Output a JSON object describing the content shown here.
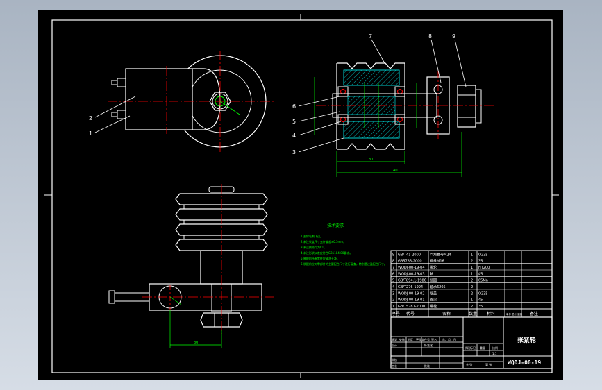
{
  "colors": {
    "background": "#000000",
    "outline": "#ffffff",
    "centerline": "#ff0000",
    "dimension": "#00ff00",
    "hatch": "#00ffff",
    "leader": "#ffffff",
    "text_green": "#00ff00"
  },
  "views": {
    "left_view": {
      "callouts": [
        "2",
        "1"
      ]
    },
    "section_view": {
      "callouts_left": [
        "6",
        "5",
        "4",
        "3"
      ],
      "callouts_top": [
        "7",
        "8",
        "9"
      ],
      "dims": {
        "inner": "80",
        "overall": "140"
      }
    },
    "bottom_view": {
      "dims": {
        "offset": "80"
      }
    }
  },
  "technical_requirements": {
    "title": "技术要求",
    "items": [
      "1.去除毛刺飞边。",
      "2.未注长度尺寸允许偏差±0.5mm。",
      "3.未注倒角均为C1。",
      "4.未注形状公差应符合GB1184-80要求。",
      "5.装配前所有零件应清洗干净。",
      "6.装配前应对零部件的主要配合尺寸进行复查，特别是过盈配合尺寸。"
    ]
  },
  "parts_list": {
    "header": {
      "seq": "序号",
      "code": "代号",
      "name": "名称",
      "qty": "数量",
      "material": "材料",
      "weight": "单件 总计 重量",
      "remark": "备注"
    },
    "rows": [
      {
        "seq": "9",
        "code": "GB/T41-2000",
        "name": "六角螺母M24",
        "qty": "1",
        "material": "Q235"
      },
      {
        "seq": "8",
        "code": "GB5783-2000",
        "name": "螺栓M16",
        "qty": "2",
        "material": "35"
      },
      {
        "seq": "7",
        "code": "WQDJ-00-19-04",
        "name": "带轮",
        "qty": "1",
        "material": "HT200"
      },
      {
        "seq": "6",
        "code": "WQDJ-00-19-03",
        "name": "轴",
        "qty": "1",
        "material": "45"
      },
      {
        "seq": "5",
        "code": "GB/T894.1-1986",
        "name": "挡圈",
        "qty": "2",
        "material": "65Mn"
      },
      {
        "seq": "4",
        "code": "GB/T276-1994",
        "name": "轴承6205",
        "qty": "2",
        "material": ""
      },
      {
        "seq": "3",
        "code": "WQDJ-00-19-02",
        "name": "端盖",
        "qty": "2",
        "material": "Q235"
      },
      {
        "seq": "2",
        "code": "WQDJ-00-19-01",
        "name": "支架",
        "qty": "1",
        "material": "45"
      },
      {
        "seq": "1",
        "code": "GB/T5781-2000",
        "name": "螺栓",
        "qty": "2",
        "material": "35"
      }
    ]
  },
  "title_block": {
    "drawing_title": "张紧轮",
    "drawing_number": "WQDJ-00-19",
    "labels": {
      "mark": "标记",
      "count": "处数",
      "zone": "分区",
      "change_doc": "更改文件号",
      "signature": "签名",
      "date": "年、月、日",
      "designer": "设计",
      "standardize": "标准化",
      "stage": "阶段标记",
      "weight": "重量",
      "scale": "比例",
      "review": "审核",
      "process": "工艺",
      "approve": "批准",
      "sheet_total": "共 张",
      "sheet_no": "第 张",
      "scale_val": "1:1"
    }
  }
}
